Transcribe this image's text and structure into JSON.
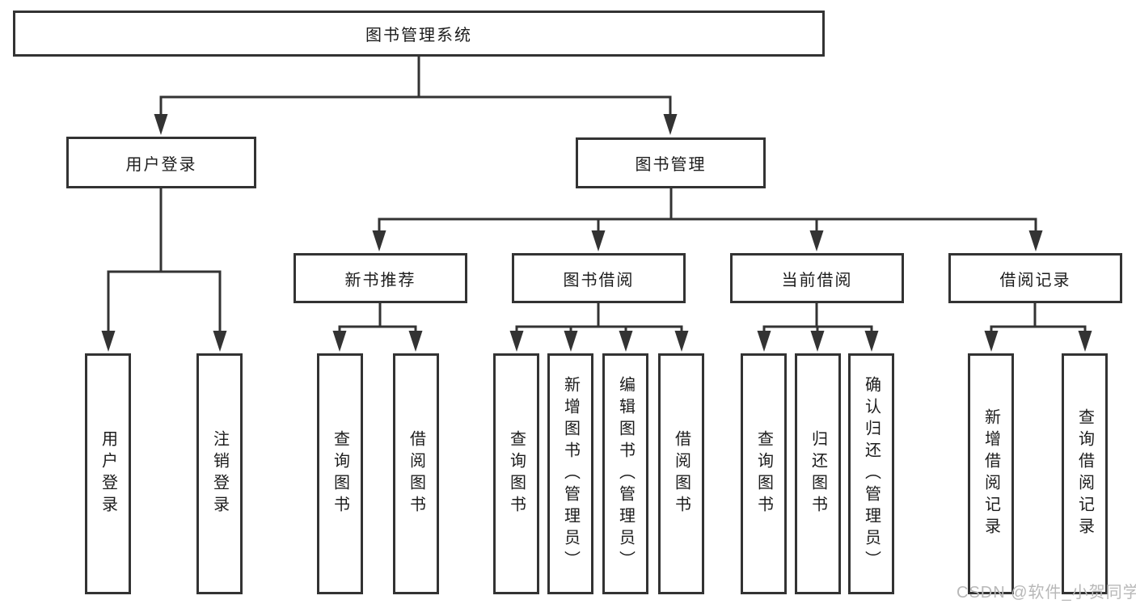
{
  "diagram_title": "图书管理系统",
  "tree": {
    "label": "图书管理系统",
    "children": [
      {
        "label": "用户登录",
        "children": [
          {
            "label": "用户登录"
          },
          {
            "label": "注销登录"
          }
        ]
      },
      {
        "label": "图书管理",
        "children": [
          {
            "label": "新书推荐",
            "children": [
              {
                "label": "查询图书"
              },
              {
                "label": "借阅图书"
              }
            ]
          },
          {
            "label": "图书借阅",
            "children": [
              {
                "label": "查询图书"
              },
              {
                "label": "新增图书（管理员）"
              },
              {
                "label": "编辑图书（管理员）"
              },
              {
                "label": "借阅图书"
              }
            ]
          },
          {
            "label": "当前借阅",
            "children": [
              {
                "label": "查询图书"
              },
              {
                "label": "归还图书"
              },
              {
                "label": "确认归还（管理员）"
              }
            ]
          },
          {
            "label": "借阅记录",
            "children": [
              {
                "label": "新增借阅记录"
              },
              {
                "label": "查询借阅记录"
              }
            ]
          }
        ]
      }
    ]
  },
  "watermark": "CSDN @软件_小贺同学",
  "colors": {
    "line": "#333333",
    "box_border": "#333333",
    "box_background": "#ffffff",
    "text": "#1c1c1c",
    "watermark": "#b8b8b8"
  }
}
